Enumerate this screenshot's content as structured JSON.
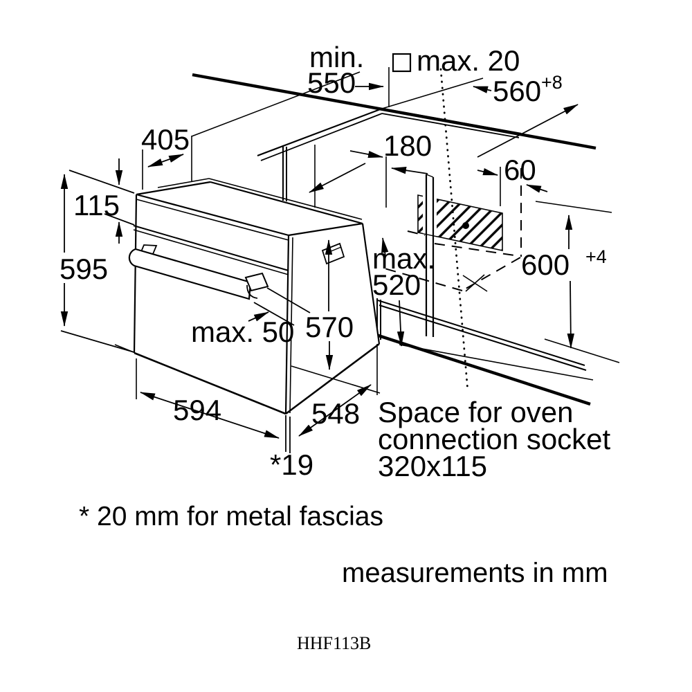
{
  "figure": {
    "model_code": "HHF113B",
    "footnote": "* 20 mm for metal fascias",
    "units_note": "measurements in mm"
  },
  "socket_note": {
    "line1": "Space for oven",
    "line2": "connection socket",
    "line3": "320x115"
  },
  "dims": {
    "worktop_depth_label": "min.",
    "worktop_depth": "550",
    "square_gap": "max. 20",
    "niche_width": "560",
    "niche_width_tol": "+8",
    "top_recess_depth": "405",
    "control_panel_height": "115",
    "oven_height": "595",
    "socket_offset_horiz": "180",
    "socket_offset_side": "60",
    "niche_depth_label": "max.",
    "niche_depth": "520",
    "niche_height": "600",
    "niche_height_tol": "+4",
    "handle_clearance": "max. 50",
    "door_height": "570",
    "oven_width": "594",
    "oven_body_width": "548",
    "fascia_gap": "*19"
  },
  "colors": {
    "line": "#000000",
    "background": "#ffffff"
  }
}
